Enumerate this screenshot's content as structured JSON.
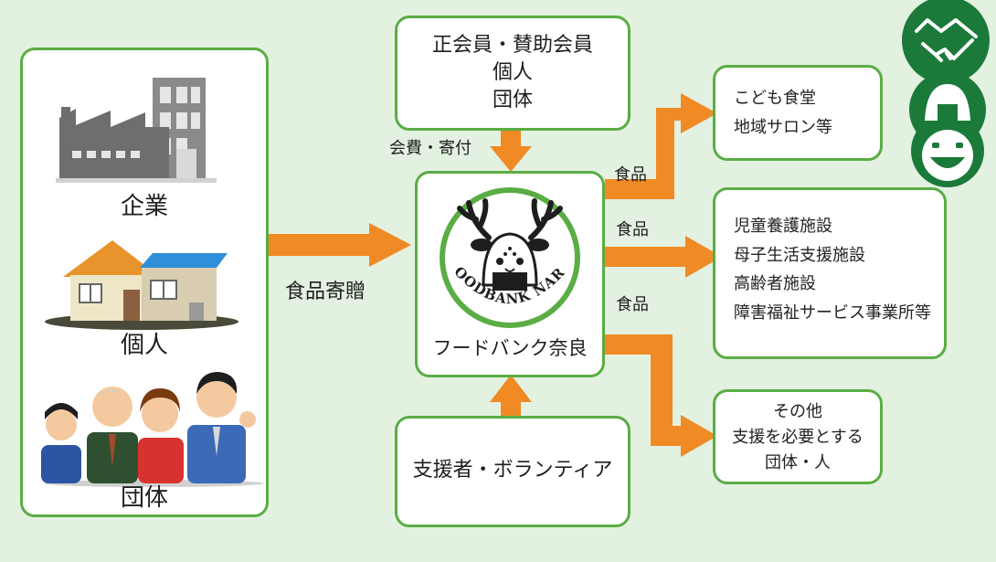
{
  "donors": {
    "company_label": "企業",
    "individual_label": "個人",
    "group_label": "団体"
  },
  "members": {
    "lines": [
      "正会員・賛助会員",
      "個人",
      "団体"
    ]
  },
  "flows": {
    "fees_label": "会費・寄付",
    "donation_label": "食品寄贈",
    "food_label_1": "食品",
    "food_label_2": "食品",
    "food_label_3": "食品"
  },
  "center": {
    "name": "フードバンク奈良",
    "logo_text": "FOODBANK NARA"
  },
  "volunteer": {
    "label": "支援者・ボランティア"
  },
  "recipients": {
    "r1": [
      "こども食堂",
      "地域サロン等"
    ],
    "r2": [
      "児童養護施設",
      "母子生活支援施設",
      "高齢者施設",
      "障害福祉サービス事業所等"
    ],
    "r3": [
      "その他",
      "支援を必要とする",
      "団体・人"
    ]
  },
  "colors": {
    "background": "#e3f1e1",
    "box_border": "#5aad44",
    "arrow": "#f08a24",
    "badge": "#1b7a3a"
  },
  "icons": [
    "handshake-icon",
    "onigiri-icon",
    "smile-icon",
    "deer-onigiri-logo"
  ]
}
